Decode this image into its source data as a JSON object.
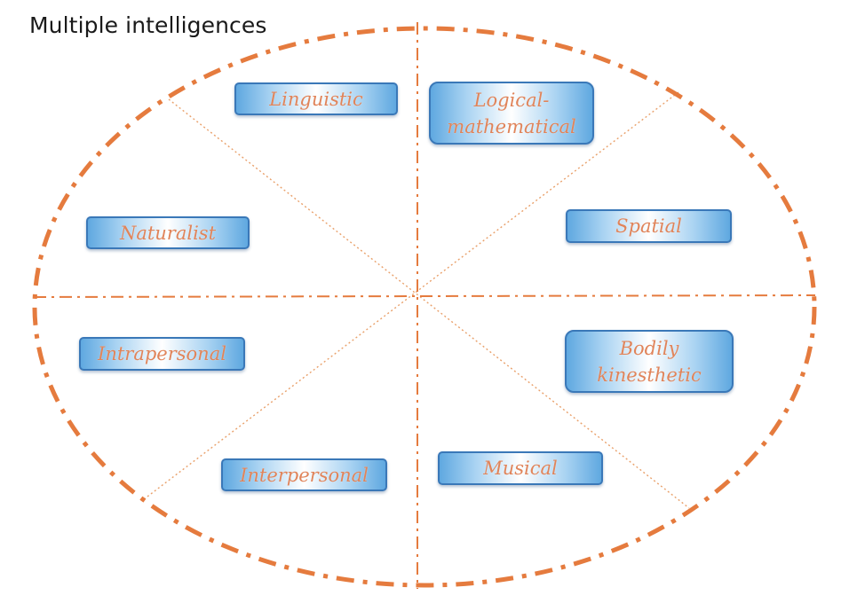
{
  "title": "Multiple intelligences",
  "colors": {
    "outline": "#e57b3e",
    "divider": "#e9a06a",
    "box_border": "#3a78b8",
    "box_text": "#e0845a"
  },
  "intelligences": [
    {
      "label": "Linguistic"
    },
    {
      "label": "Logical-\nmathematical"
    },
    {
      "label": "Spatial"
    },
    {
      "label": "Bodily\nkinesthetic"
    },
    {
      "label": "Musical"
    },
    {
      "label": "Interpersonal"
    },
    {
      "label": "Intrapersonal"
    },
    {
      "label": "Naturalist"
    }
  ]
}
